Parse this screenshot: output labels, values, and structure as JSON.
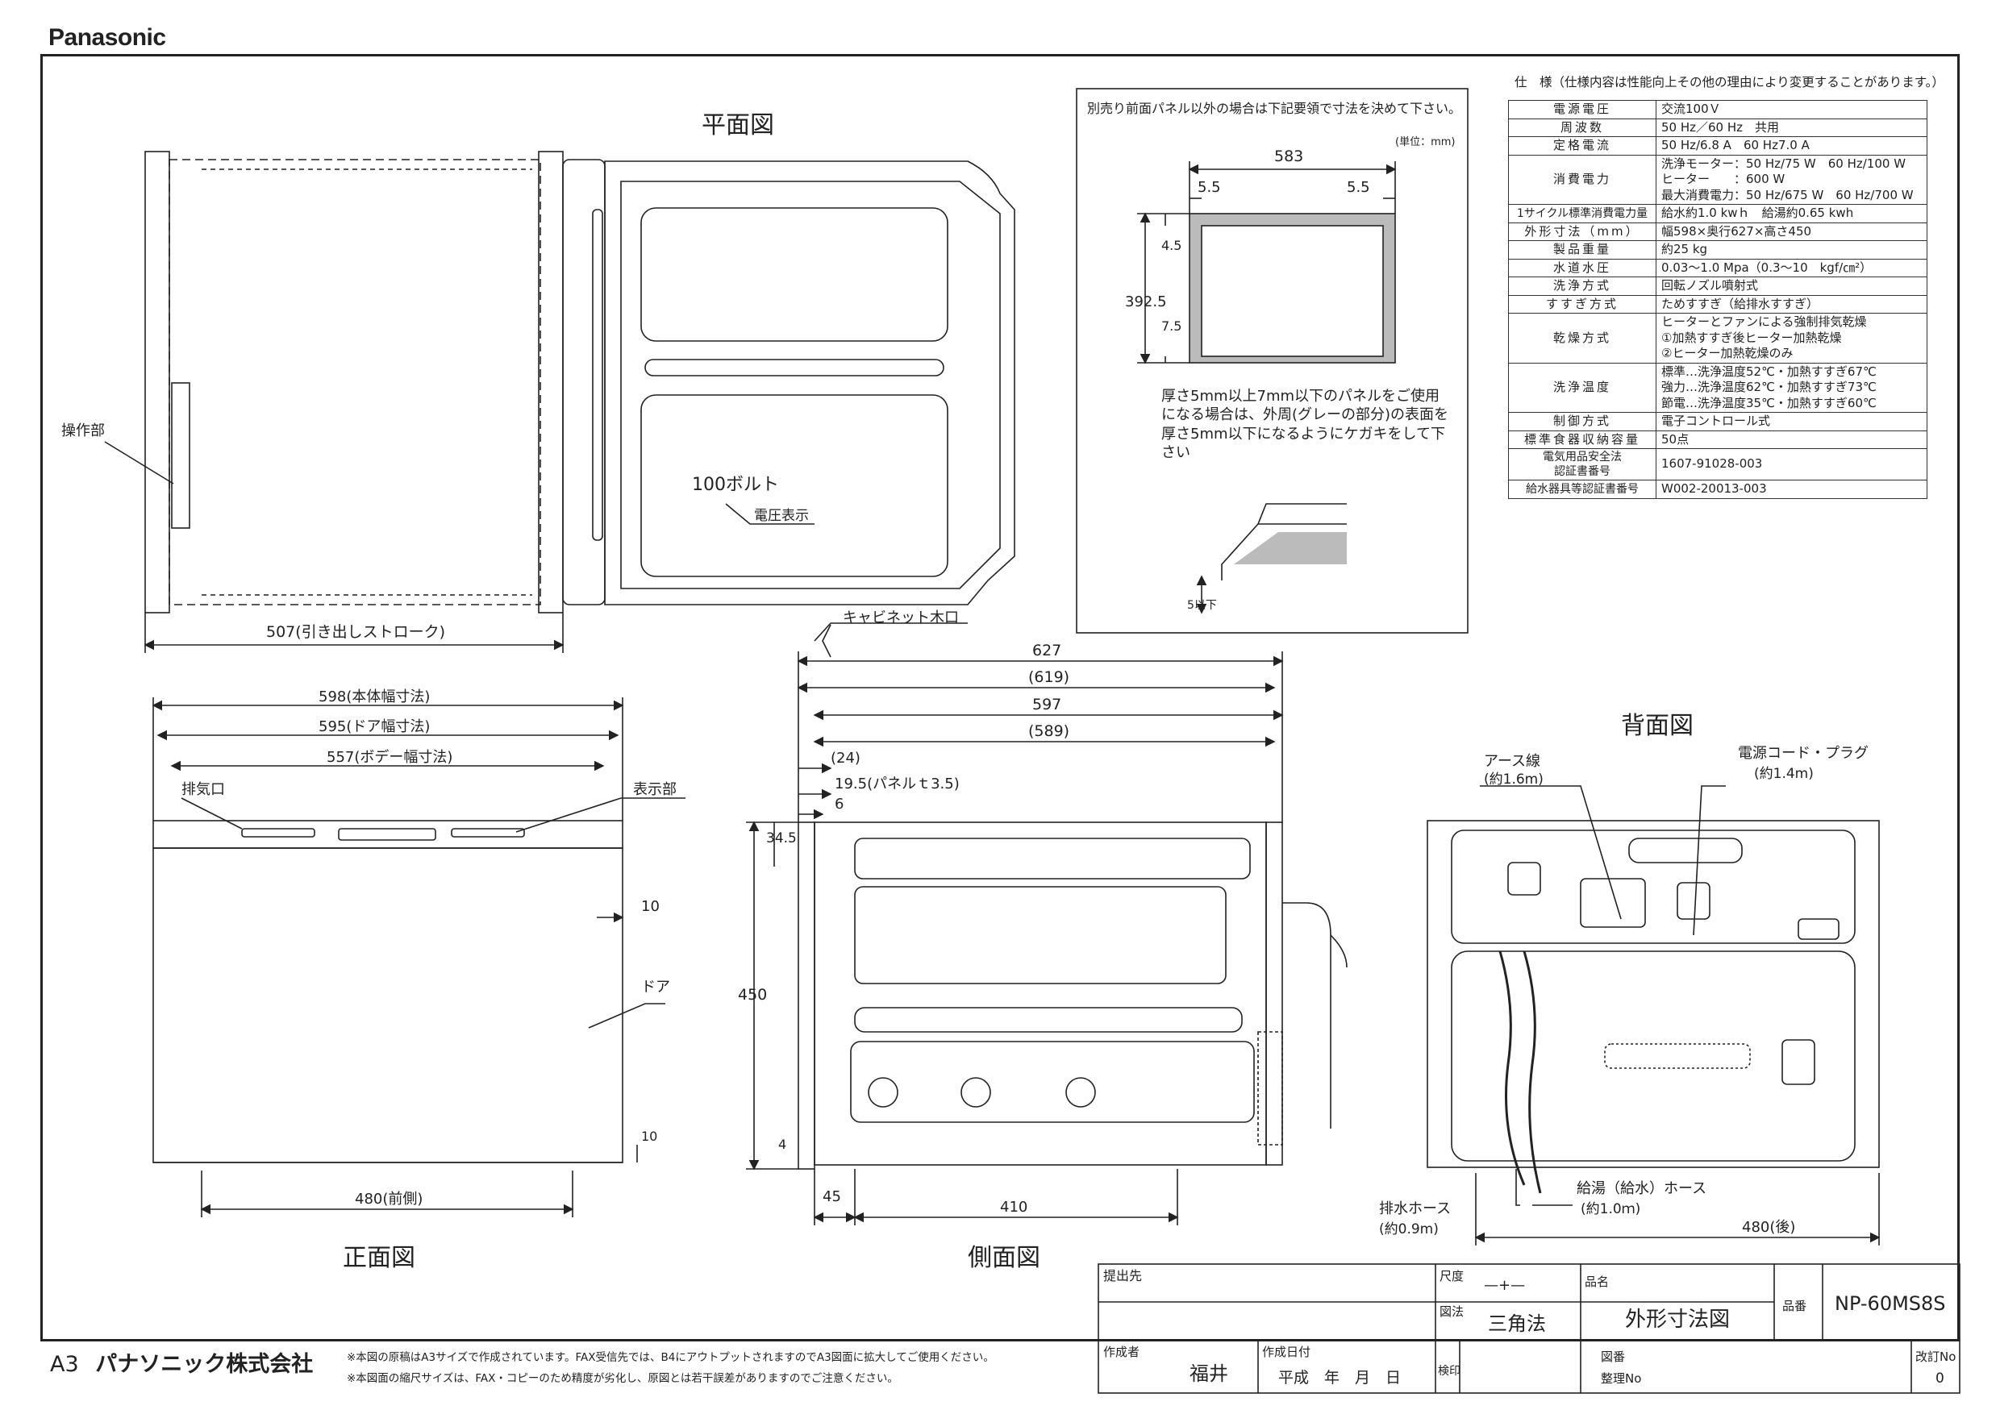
{
  "header": {
    "brand": "Panasonic"
  },
  "views": {
    "plan": "平面図",
    "front": "正面図",
    "side": "側面図",
    "back": "背面図"
  },
  "plan_labels": {
    "control": "操作部",
    "voltage": "100ボルト",
    "voltage_display": "電圧表示",
    "stroke": "507(引き出しストローク)"
  },
  "front_labels": {
    "body_width": "598(本体幅寸法)",
    "door_width": "595(ドア幅寸法)",
    "body_w2": "557(ボデー幅寸法)",
    "exhaust": "排気口",
    "display": "表示部",
    "door": "ドア",
    "d10": "10",
    "d10b": "10",
    "front480": "480(前側)"
  },
  "side_labels": {
    "cabinet": "キャビネット木口",
    "d627": "627",
    "d619": "(619)",
    "d597": "597",
    "d589": "(589)",
    "d24": "(24)",
    "d195": "19.5(パネルｔ3.5)",
    "d6": "6",
    "d345": "34.5",
    "d450": "450",
    "d4": "4",
    "d45": "45",
    "d410": "410"
  },
  "back_labels": {
    "earth": "アース線",
    "earth_len": "(約1.6m)",
    "cord": "電源コード・プラグ",
    "cord_len": "(約1.4m)",
    "drain": "排水ホース",
    "drain_len": "(約0.9m)",
    "supply": "給湯（給水）ホース",
    "supply_len": "(約1.0ｍ)",
    "rear480": "480(後)"
  },
  "panel_box": {
    "title": "別売り前面パネル以外の場合は下記要領で寸法を決めて下さい。",
    "unit": "(単位：mm)",
    "d583": "583",
    "d55a": "5.5",
    "d55b": "5.5",
    "d3925": "392.5",
    "d45": "4.5",
    "d75": "7.5",
    "note": "厚さ5mm以上7mm以下のパネルをご使用になる場合は、外周(グレーの部分)の表面を厚さ5mm以下になるようにケガキをして下さい",
    "d5": "5以下"
  },
  "specs": {
    "title": "仕　様（仕様内容は性能向上その他の理由により変更することがあります。）",
    "rows": [
      {
        "k": "電源電圧",
        "v": "交流100Ｖ"
      },
      {
        "k": "周波数",
        "v": "50 Hz／60 Hz　共用"
      },
      {
        "k": "定格電流",
        "v": "50 Hz/6.8 A　60 Hz7.0 A"
      },
      {
        "k": "消費電力",
        "v": "洗浄モーター：50 Hz/75 W　60 Hz/100 W\nヒーター　　：600 W\n最大消費電力：50 Hz/675 W　60 Hz/700 W"
      },
      {
        "k": "1サイクル標準消費電力量",
        "v": "給水約1.0 kwｈ　給湯約0.65 kwh"
      },
      {
        "k": "外形寸法（mm）",
        "v": "幅598×奥行627×高さ450"
      },
      {
        "k": "製品重量",
        "v": "約25 kg"
      },
      {
        "k": "水道水圧",
        "v": "0.03～1.0 Mpa（0.3～10　kgf/㎝²）"
      },
      {
        "k": "洗浄方式",
        "v": "回転ノズル噴射式"
      },
      {
        "k": "すすぎ方式",
        "v": "ためすすぎ（給排水すすぎ）"
      },
      {
        "k": "乾燥方式",
        "v": "ヒーターとファンによる強制排気乾燥\n①加熱すすぎ後ヒーター加熱乾燥\n②ヒーター加熱乾燥のみ"
      },
      {
        "k": "洗浄温度",
        "v": "標準…洗浄温度52℃・加熱すすぎ67℃\n強力…洗浄温度62℃・加熱すすぎ73℃\n節電…洗浄温度35℃・加熱すすぎ60℃"
      },
      {
        "k": "制御方式",
        "v": "電子コントロール式"
      },
      {
        "k": "標準食器収納容量",
        "v": "50点"
      },
      {
        "k": "電気用品安全法\n認証書番号",
        "v": "1607-91028-003"
      },
      {
        "k": "給水器具等認証書番号",
        "v": "W002-20013-003"
      }
    ]
  },
  "title_block": {
    "submit": "提出先",
    "scale": "尺度",
    "scale_val": "—+—",
    "name_label": "品名",
    "method_label": "図法",
    "method": "三角法",
    "drawing_name": "外形寸法図",
    "part_label": "品番",
    "part": "NP-60MS8S",
    "creator_label": "作成者",
    "creator": "福井",
    "date_label": "作成日付",
    "date": "平成　年　月　日",
    "check": "検印",
    "drawing_no": "図番",
    "ref_no": "整理No",
    "rev_label": "改訂No",
    "rev": "0"
  },
  "footer": {
    "size": "A3",
    "company": "パナソニック株式会社",
    "note1": "※本図の原稿はA3サイズで作成されています。FAX受信先では、B4にアウトプットされますのでA3図面に拡大してご使用ください。",
    "note2": "※本図面の縮尺サイズは、FAX・コピーのため精度が劣化し、原図とは若干誤差がありますのでご注意ください。"
  }
}
